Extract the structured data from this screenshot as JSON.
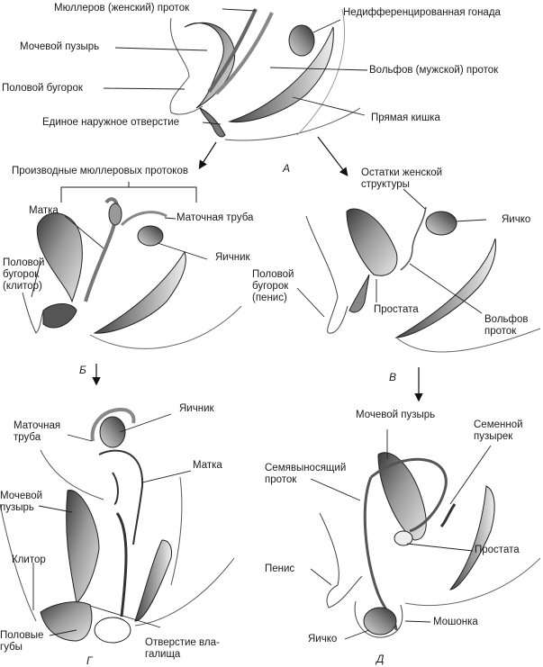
{
  "figure": {
    "panels": [
      {
        "id": "A",
        "letter": "А",
        "labels": {
          "mullerian_duct": "Мюллеров (женский) проток",
          "undifferentiated_gonad": "Недифференцированная гонада",
          "bladder": "Мочевой пузырь",
          "wolffian_duct": "Вольфов (мужской) проток",
          "genital_tubercle": "Половой бугорок",
          "rectum": "Прямая кишка",
          "common_opening": "Единое наружное отверстие"
        }
      },
      {
        "id": "B",
        "letter": "Б",
        "labels": {
          "mullerian_derivatives": "Производные мюллеровых протоков",
          "uterus": "Матка",
          "fallopian_tube": "Маточная труба",
          "ovary": "Яичник",
          "genital_tubercle_1": "Половой",
          "genital_tubercle_2": "бугорок",
          "genital_tubercle_3": "(клитор)"
        }
      },
      {
        "id": "V",
        "letter": "В",
        "labels": {
          "female_remnants_1": "Остатки женской",
          "female_remnants_2": "структуры",
          "testis": "Яичко",
          "genital_tubercle_1": "Половой",
          "genital_tubercle_2": "бугорок",
          "genital_tubercle_3": "(пенис)",
          "prostate": "Простата",
          "wolffian_duct_1": "Вольфов",
          "wolffian_duct_2": "проток"
        }
      },
      {
        "id": "G",
        "letter": "Г",
        "labels": {
          "ovary": "Яичник",
          "fallopian_tube_1": "Маточная",
          "fallopian_tube_2": "труба",
          "uterus": "Матка",
          "bladder_1": "Мочевой",
          "bladder_2": "пузырь",
          "clitoris": "Клитор",
          "labia_1": "Половые",
          "labia_2": "губы",
          "vaginal_opening_1": "Отверстие вла-",
          "vaginal_opening_2": "галища"
        }
      },
      {
        "id": "D",
        "letter": "Д",
        "labels": {
          "bladder": "Мочевой пузырь",
          "seminal_vesicle_1": "Семенной",
          "seminal_vesicle_2": "пузырек",
          "vas_deferens_1": "Семявыносящий",
          "vas_deferens_2": "проток",
          "prostate": "Простата",
          "penis": "Пенис",
          "scrotum": "Мошонка",
          "testis": "Яичко"
        }
      }
    ]
  }
}
